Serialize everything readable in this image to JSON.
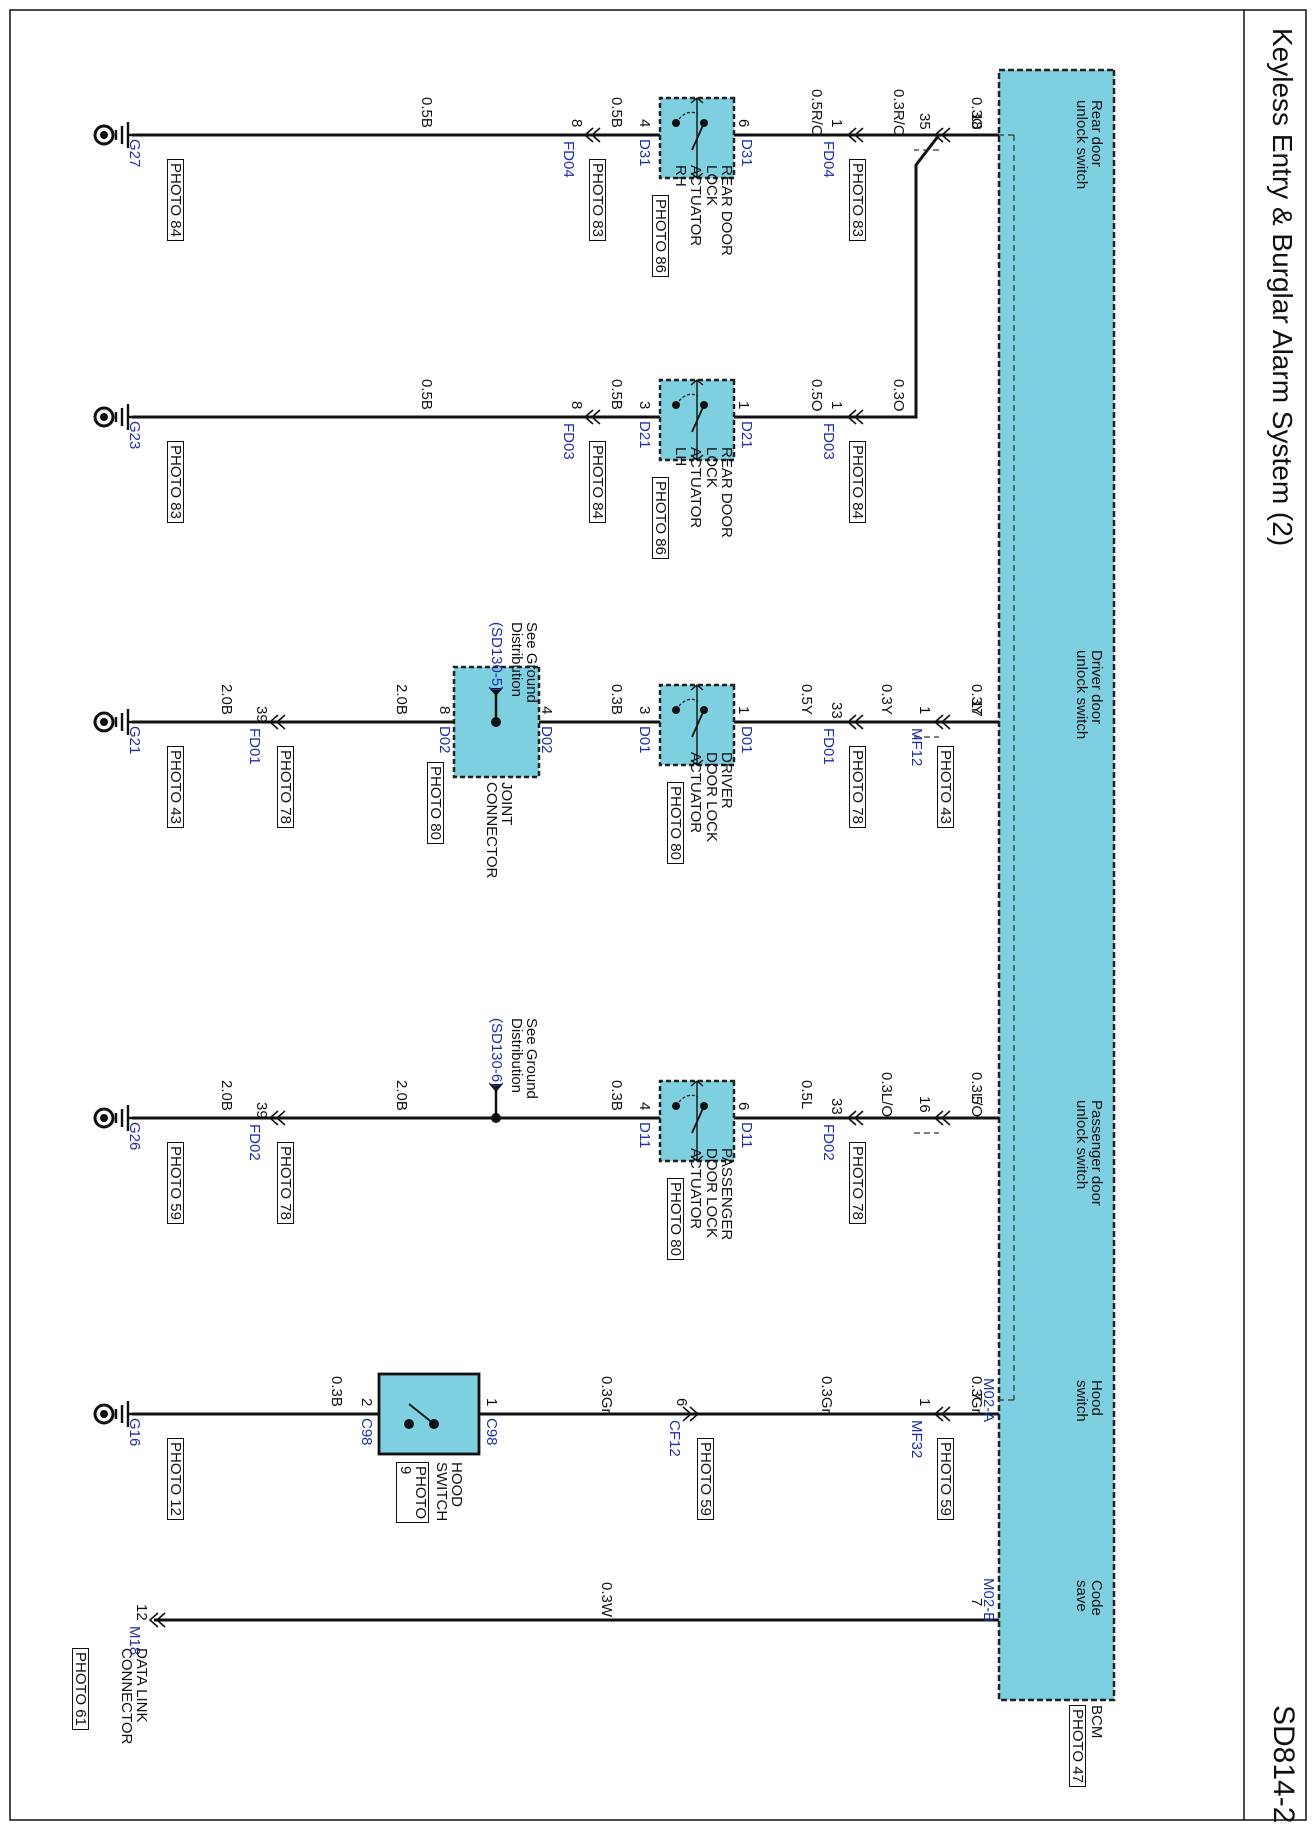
{
  "header": {
    "title": "Keyless Entry & Burglar Alarm System (2)",
    "page_code": "SD814-2"
  },
  "bcm": {
    "name": "BCM",
    "photo": "PHOTO 47",
    "connector_b": "M02-A",
    "connector_c": "M02-B",
    "functions": {
      "rear": "Rear door\nunlock switch",
      "driver": "Driver door\nunlock switch",
      "passenger": "Passenger door\nunlock switch",
      "hood": "Hood\nswitch",
      "code": "Code\nsave"
    },
    "pins": {
      "rear": "18",
      "driver": "17",
      "passenger": "5",
      "hood": "7",
      "code": "7"
    }
  },
  "colors": {
    "component_fill": "#7ecfe0",
    "connector_label": "#1f2fa8",
    "wire": "#111111"
  },
  "circuits": {
    "rear_rh": {
      "wire_bcm": "0.3O",
      "junction_pin": "35",
      "wire_1": "0.3R/O",
      "conn_1": {
        "pin": "1",
        "name": "FD04",
        "photo": "PHOTO 83"
      },
      "wire_2": "0.5R/O",
      "actuator": {
        "pin_in": "6",
        "conn": "D31",
        "pin_out": "4",
        "conn_out": "D31",
        "label": "REAR DOOR\nLOCK\nACTUATOR\nRH",
        "photo": "PHOTO 86"
      },
      "wire_3": "0.5B",
      "conn_2": {
        "pin": "8",
        "name": "FD04",
        "photo": "PHOTO 83"
      },
      "wire_4": "0.5B",
      "ground": {
        "name": "G27",
        "photo": "PHOTO 84"
      }
    },
    "rear_lh": {
      "wire_1": "0.3O",
      "conn_1": {
        "pin": "1",
        "name": "FD03",
        "photo": "PHOTO 84"
      },
      "wire_2": "0.5O",
      "actuator": {
        "pin_in": "1",
        "conn": "D21",
        "pin_out": "3",
        "conn_out": "D21",
        "label": "REAR DOOR\nLOCK\nACTUATOR\nLH",
        "photo": "PHOTO 86"
      },
      "wire_3": "0.5B",
      "conn_2": {
        "pin": "8",
        "name": "FD03",
        "photo": "PHOTO 84"
      },
      "wire_4": "0.5B",
      "ground": {
        "name": "G23",
        "photo": "PHOTO 83"
      }
    },
    "driver": {
      "wire_bcm": "0.3Y",
      "conn_0": {
        "pin": "1",
        "name": "MF12",
        "photo": "PHOTO 43"
      },
      "wire_1": "0.3Y",
      "conn_1": {
        "pin": "33",
        "name": "FD01",
        "photo": "PHOTO 78"
      },
      "wire_2": "0.5Y",
      "actuator": {
        "pin_in": "1",
        "conn": "D01",
        "pin_out": "3",
        "conn_out": "D01",
        "label": "DRIVER\nDOOR LOCK\nACTUATOR",
        "photo": "PHOTO 80"
      },
      "wire_3": "0.3B",
      "joint": {
        "pin_in": "4",
        "conn_in": "D02",
        "pin_out": "8",
        "conn_out": "D02",
        "label": "JOINT\nCONNECTOR",
        "photo": "PHOTO 80",
        "note": "See Ground\nDistribution",
        "ref": "(SD130-5)"
      },
      "wire_4": "2.0B",
      "conn_2": {
        "pin": "39",
        "name": "FD01",
        "photo": "PHOTO 78"
      },
      "wire_5": "2.0B",
      "ground": {
        "name": "G21",
        "photo": "PHOTO 43"
      }
    },
    "passenger": {
      "wire_bcm": "0.3L/O",
      "junction_pin": "16",
      "wire_1": "0.3L/O",
      "conn_1": {
        "pin": "33",
        "name": "FD02",
        "photo": "PHOTO 78"
      },
      "wire_2": "0.5L",
      "actuator": {
        "pin_in": "6",
        "conn": "D11",
        "pin_out": "4",
        "conn_out": "D11",
        "label": "PASSENGER\nDOOR LOCK\nACTUATOR",
        "photo": "PHOTO 80"
      },
      "wire_3": "0.3B",
      "note": "See Ground\nDistribution",
      "ref": "(SD130-6)",
      "wire_4": "2.0B",
      "conn_2": {
        "pin": "39",
        "name": "FD02",
        "photo": "PHOTO 78"
      },
      "wire_5": "2.0B",
      "ground": {
        "name": "G26",
        "photo": "PHOTO 59"
      }
    },
    "hood": {
      "wire_bcm": "0.3Gr",
      "conn_0": {
        "pin": "1",
        "name": "MF32",
        "photo": "PHOTO 59"
      },
      "wire_1": "0.3Gr",
      "conn_1": {
        "pin": "6",
        "name": "CF12",
        "photo": "PHOTO 59"
      },
      "wire_2": "0.3Gr",
      "switch": {
        "pin_in": "1",
        "conn": "C98",
        "pin_out": "2",
        "conn_out": "C98",
        "label": "HOOD\nSWITCH",
        "photo": "PHOTO\n9"
      },
      "wire_3": "0.3B",
      "ground": {
        "name": "G16",
        "photo": "PHOTO 12"
      }
    },
    "code": {
      "wire": "0.3W",
      "conn": {
        "pin": "12",
        "name": "M18",
        "label": "DATA LINK\nCONNECTOR",
        "photo": "PHOTO 61"
      }
    }
  }
}
